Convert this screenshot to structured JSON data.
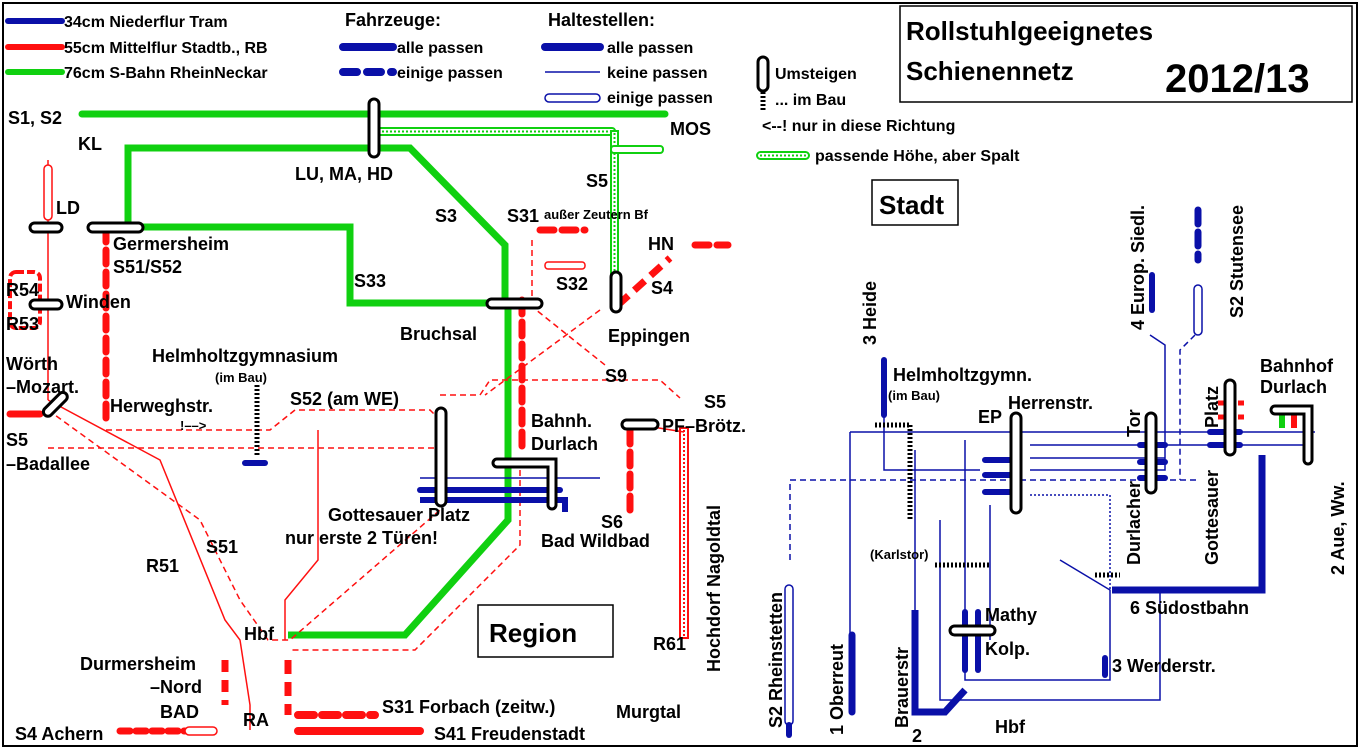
{
  "title": {
    "line1": "Rollstuhlgeeignetes",
    "line2": "Schienennetz",
    "year": "2012/13"
  },
  "legend": {
    "tram": "34cm Niederflur Tram",
    "mittelflur": "55cm Mittelflur Stadtb., RB",
    "sbahn": "76cm S-Bahn RheinNeckar",
    "vehicles_title": "Fahrzeuge:",
    "vehicles_all": "alle passen",
    "vehicles_some": "einige passen",
    "stops_title": "Haltestellen:",
    "stops_all": "alle passen",
    "stops_none": "keine passen",
    "stops_some": "einige passen",
    "transfer": "Umsteigen",
    "transfer_building": "... im Bau",
    "one_direction": "<--! nur in diese Richtung",
    "gap": "passende Höhe, aber Spalt"
  },
  "colors": {
    "tram": "#0a10a8",
    "mittelflur": "#ff1010",
    "sbahn": "#10d010"
  },
  "region": {
    "box_label": "Region",
    "labels": {
      "s1s2": "S1, S2",
      "kl": "KL",
      "lu": "LU, MA, HD",
      "mos": "MOS",
      "s5_top": "S5",
      "s3": "S3",
      "s31": "S31",
      "ausser": "außer Zeutern Bf",
      "hn": "HN",
      "s32": "S32",
      "s4": "S4",
      "eppingen": "Eppingen",
      "s9": "S9",
      "s33": "S33",
      "bruchsal": "Bruchsal",
      "ld": "LD",
      "germersheim": "Germersheim",
      "s51s52": "S51/S52",
      "r54": "R54",
      "winden": "Winden",
      "r53": "R53",
      "woerth1": "Wörth",
      "woerth2": "–Mozart.",
      "helmholtz": "Helmholtzgymnasium",
      "im_bau": "(im Bau)",
      "herweghstr": "Herweghstr.",
      "arrow": "!––>",
      "s52_we": "S52 (am WE)",
      "s5_left1": "S5",
      "s5_left2": "–Badallee",
      "bahnh1": "Bahnh.",
      "bahnh2": "Durlach",
      "s5_right": "S5",
      "pf": "PF–Brötz.",
      "gottesauer": "Gottesauer Platz",
      "nur_erste": "nur erste 2 Türen!",
      "bad_wildbad": "Bad Wildbad",
      "s6": "S6",
      "hochdorf": "Hochdorf Nagoldtal",
      "s51": "S51",
      "r51": "R51",
      "hbf": "Hbf",
      "r61": "R61",
      "durmersheim1": "Durmersheim",
      "durmersheim2": "–Nord",
      "bad": "BAD",
      "ra": "RA",
      "s31_forbach": "S31 Forbach (zeitw.)",
      "murgtal": "Murgtal",
      "s4_achern": "S4 Achern",
      "s41": "S41 Freudenstadt"
    }
  },
  "city": {
    "box_label": "Stadt",
    "labels": {
      "heide": "3 Heide",
      "europ": "4 Europ. Siedl.",
      "stutensee": "S2 Stutensee",
      "helmholtz": "Helmholtzgymn.",
      "im_bau": "(im Bau)",
      "ep": "EP",
      "herrenstr": "Herrenstr.",
      "tor": "Tor",
      "durlacher": "Durlacher",
      "platz": "Platz",
      "gottesauer": "Gottesauer",
      "bahnhof1": "Bahnhof",
      "bahnhof2": "Durlach",
      "aue": "2 Aue, Ww.",
      "karlstor": "(Karlstor)",
      "suedost": "6 Südostbahn",
      "mathy": "Mathy",
      "kolp": "Kolp.",
      "werderstr": "3 Werderstr.",
      "rheinstetten": "S2 Rheinstetten",
      "oberreut": "1 Oberreut",
      "brauerstr": "Brauerstr",
      "two": "2",
      "hbf": "Hbf"
    }
  }
}
